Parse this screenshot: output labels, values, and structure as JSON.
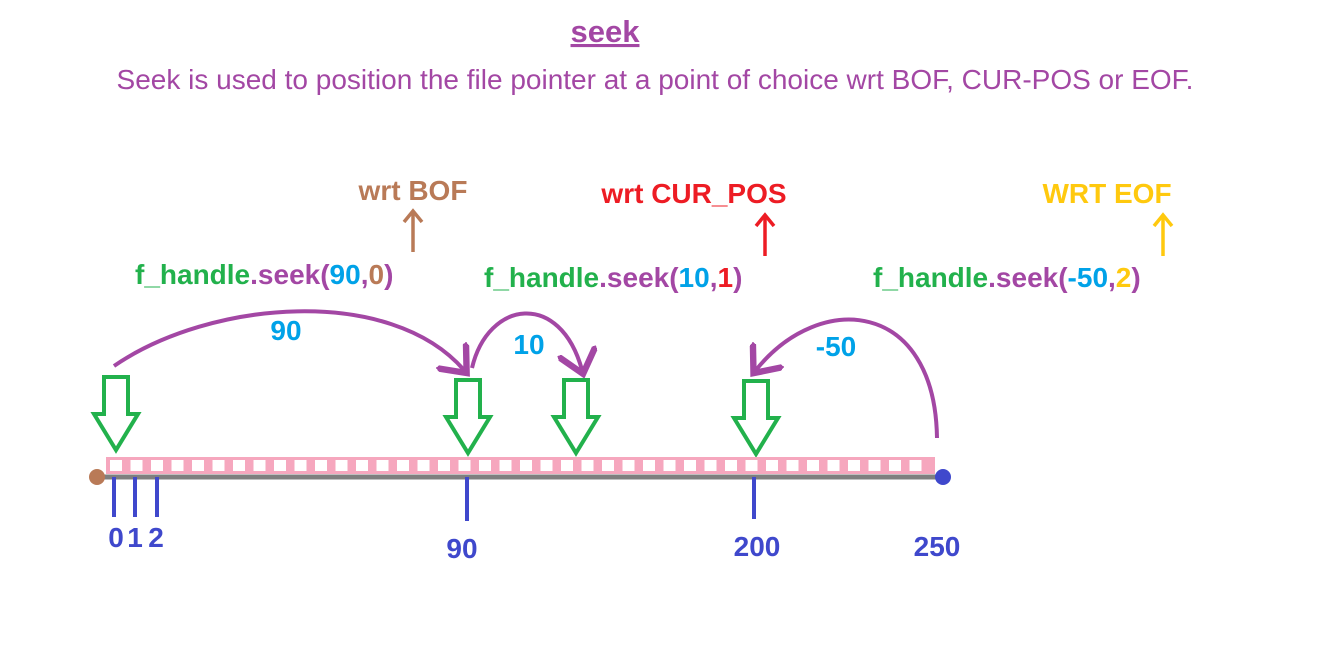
{
  "title": "seek",
  "subtitle": "Seek is used to position the file pointer at a point of choice wrt BOF, CUR-POS or EOF.",
  "colors": {
    "purple": "#A347A4",
    "green": "#22B14C",
    "cyan": "#00A2E8",
    "brown": "#B97A57",
    "red": "#ED1C24",
    "yellow": "#FFC90E",
    "blue": "#3F48CC",
    "pink": "#F6A7BE",
    "gray": "#7F7F7F"
  },
  "calls": [
    {
      "label": "wrt BOF",
      "obj": "f_handle",
      "dot": ".",
      "method": "seek",
      "open": "(",
      "offset": "90",
      "comma": ",",
      "whence": "0",
      "close": ")",
      "jump_label": "90"
    },
    {
      "label": "wrt CUR_POS",
      "obj": "f_handle",
      "dot": ".",
      "method": "seek",
      "open": "(",
      "offset": "10",
      "comma": ",",
      "whence": "1",
      "close": ")",
      "jump_label": "10"
    },
    {
      "label": "WRT EOF",
      "obj": "f_handle",
      "dot": ".",
      "method": "seek",
      "open": "(",
      "offset": "-50",
      "comma": ",",
      "whence": "2",
      "close": ")",
      "jump_label": "-50"
    }
  ],
  "positions": {
    "p0": "0",
    "p1": "1",
    "p2": "2",
    "p90": "90",
    "p200": "200",
    "p250": "250"
  },
  "icons": [
    "down-arrow-icon",
    "up-arrow-icon"
  ]
}
